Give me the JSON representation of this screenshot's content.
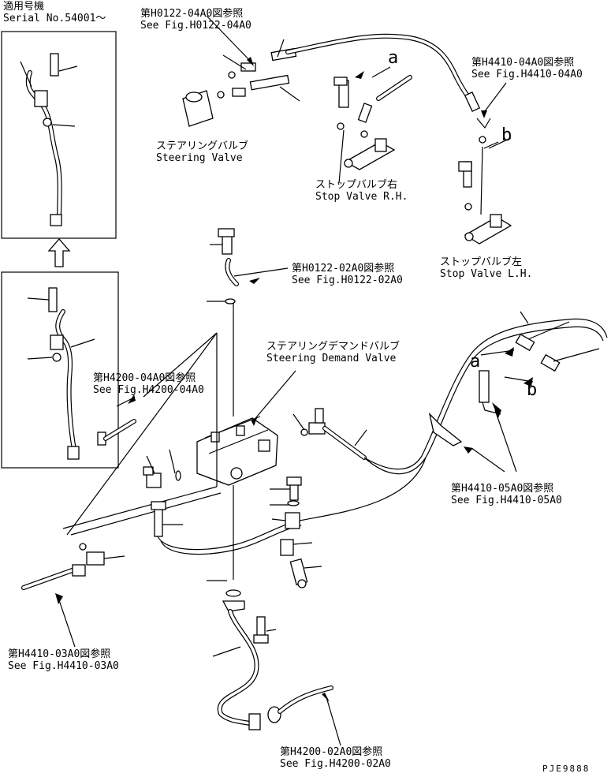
{
  "applicability": {
    "line1": "適用号機",
    "line2": "Serial No.54001～"
  },
  "callouts": {
    "h0122_04a0": {
      "jp": "第H0122-04A0図参照",
      "en": "See Fig.H0122-04A0"
    },
    "h4410_04a0": {
      "jp": "第H4410-04A0図参照",
      "en": "See Fig.H4410-04A0"
    },
    "h0122_02a0": {
      "jp": "第H0122-02A0図参照",
      "en": "See Fig.H0122-02A0"
    },
    "h4200_04a0": {
      "jp": "第H4200-04A0図参照",
      "en": "See Fig.H4200-04A0"
    },
    "h4410_05a0": {
      "jp": "第H4410-05A0図参照",
      "en": "See Fig.H4410-05A0"
    },
    "h4410_03a0": {
      "jp": "第H4410-03A0図参照",
      "en": "See Fig.H4410-03A0"
    },
    "h4200_02a0": {
      "jp": "第H4200-02A0図参照",
      "en": "See Fig.H4200-02A0"
    }
  },
  "components": {
    "steering_valve": {
      "jp": "ステアリングバルブ",
      "en": "Steering Valve"
    },
    "stop_valve_rh": {
      "jp": "ストップバルブ右",
      "en": "Stop Valve R.H."
    },
    "stop_valve_lh": {
      "jp": "ストップバルブ左",
      "en": "Stop Valve L.H."
    },
    "steering_demand_valve": {
      "jp": "ステアリングデマンドバルブ",
      "en": "Steering Demand Valve"
    }
  },
  "markers": {
    "a_top": "a",
    "b_top": "b",
    "a_right": "a",
    "b_right": "b"
  },
  "drawing_code": "PJE9888"
}
